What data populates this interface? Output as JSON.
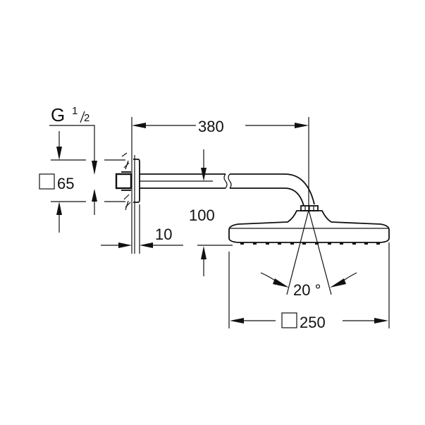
{
  "drawing": {
    "type": "technical-dimension-drawing",
    "subject": "wall-mounted shower arm with square head shower",
    "line_color": "#111111",
    "background": "#ffffff"
  },
  "labels": {
    "thread": {
      "prefix": "G",
      "numerator": "1",
      "denominator": "2"
    },
    "flange_size": {
      "symbol": "square",
      "value": "65"
    },
    "arm_length": "380",
    "drop_height": "100",
    "wall_offset": "10",
    "spray_angle": "20 °",
    "head_size": {
      "symbol": "square",
      "value": "250"
    }
  }
}
